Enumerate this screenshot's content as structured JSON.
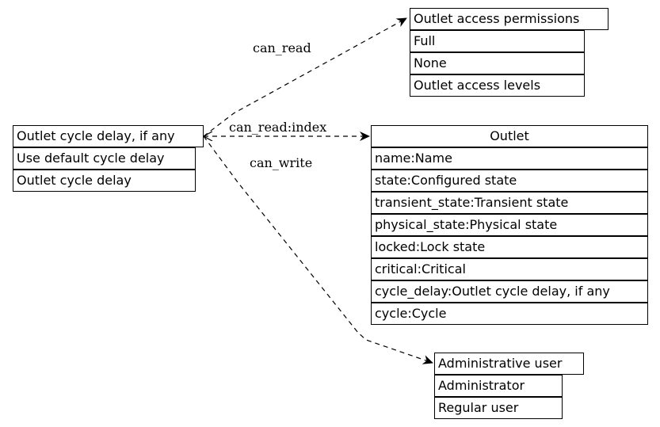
{
  "nodes": {
    "cycle_delay_option": {
      "header": "Outlet cycle delay, if any",
      "rows": [
        "Use default cycle delay",
        "Outlet cycle delay"
      ]
    },
    "access_permissions": {
      "header": "Outlet access permissions",
      "rows": [
        "Full",
        "None",
        "Outlet access levels"
      ]
    },
    "outlet": {
      "header": "Outlet",
      "rows": [
        "name:Name",
        "state:Configured state",
        "transient_state:Transient state",
        "physical_state:Physical state",
        "locked:Lock state",
        "critical:Critical",
        "cycle_delay:Outlet cycle delay, if any",
        "cycle:Cycle"
      ]
    },
    "admin_user": {
      "header": "Administrative user",
      "rows": [
        "Administrator",
        "Regular user"
      ]
    }
  },
  "edges": [
    {
      "label": "can_read"
    },
    {
      "label": "can_read:index"
    },
    {
      "label": "can_write"
    }
  ]
}
